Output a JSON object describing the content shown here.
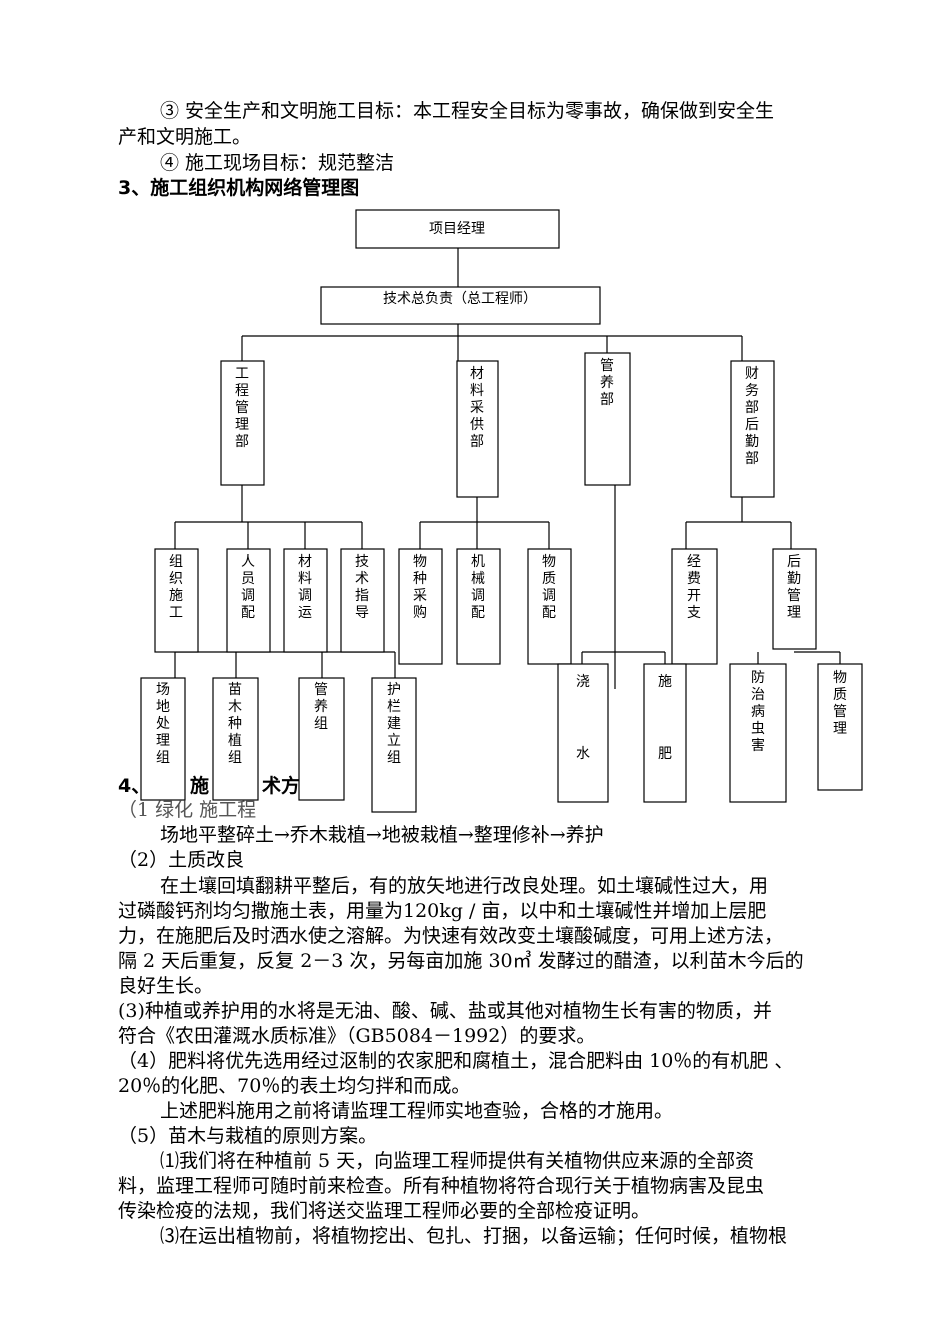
{
  "paragraphs_top": [
    "③ 安全生产和文明施工目标：本工程安全目标为零事故，确保做到安全生",
    "产和文明施工。",
    "④ 施工现场目标：规范整洁"
  ],
  "section3_heading": "3、施工组织机构网络管理图",
  "org_chart": {
    "root": "项目经理",
    "tech": "技术总负责（总工程师）",
    "dept_engineering": "工程管理部",
    "dept_materials": "材料采供部",
    "dept_maintenance": "管养部",
    "dept_finance": "财务部后勤部",
    "sub_organize": "组织施工",
    "sub_staffing": "人员调配",
    "sub_material_dispatch": "材料调运",
    "sub_tech_guidance": "技术指导",
    "sub_species_purchase": "物种采购",
    "sub_machinery": "机械调配",
    "sub_goods_dispatch": "物质调配",
    "sub_expense": "经费开支",
    "sub_logistics": "后勤管理",
    "team_site": "场地处理组",
    "team_planting": "苗木种植组",
    "team_care": "管养组",
    "team_fence": "护栏建立组",
    "team_water": "浇水",
    "team_fertilize": "施肥",
    "team_pest": "防治病虫害",
    "team_goods": "物质管理"
  },
  "section4_heading_visible": [
    "4、",
    "施",
    "术方"
  ],
  "item1_visible": "（1  绿化  施工程",
  "flow_line": "场地平整碎土→乔木栽植→地被栽植→整理修补→养护",
  "item2_title": "（2）土质改良",
  "item2_body": [
    "在土壤回填翻耕平整后，有的放矢地进行改良处理。如土壤碱性过大，用",
    "过磷酸钙剂均匀撒施土表，用量为120kg / 亩，以中和土壤碱性并增加上层肥",
    "力，在施肥后及时洒水使之溶解。为快速有效改变土壤酸碱度，可用上述方法，",
    "隔 2 天后重复，反复 2－3 次，另每亩加施 30㎥ 发酵过的醋渣，以利苗木今后的",
    "良好生长。"
  ],
  "item3": [
    "(3)种植或养护用的水将是无油、酸、碱、盐或其他对植物生长有害的物质，并",
    "符合《农田灌溉水质标准》（GB5084－1992）的要求。"
  ],
  "item4": [
    "（4）肥料将优先选用经过沤制的农家肥和腐植土，混合肥料由 10％的有机肥 、",
    "20％的化肥、70％的表土均匀拌和而成。",
    "上述肥料施用之前将请监理工程师实地查验，合格的才施用。"
  ],
  "item5_title": "（5）苗木与栽植的原则方案。",
  "item5_body": [
    "⑴我们将在种植前 5 天，向监理工程师提供有关植物供应来源的全部资",
    "料，监理工程师可随时前来检查。所有种植物将符合现行关于植物病害及昆虫",
    "传染检疫的法规，我们将送交监理工程师必要的全部检疫证明。",
    "⑶在运出植物前，将植物挖出、包扎、打捆，以备运输；任何时候，植物根"
  ]
}
